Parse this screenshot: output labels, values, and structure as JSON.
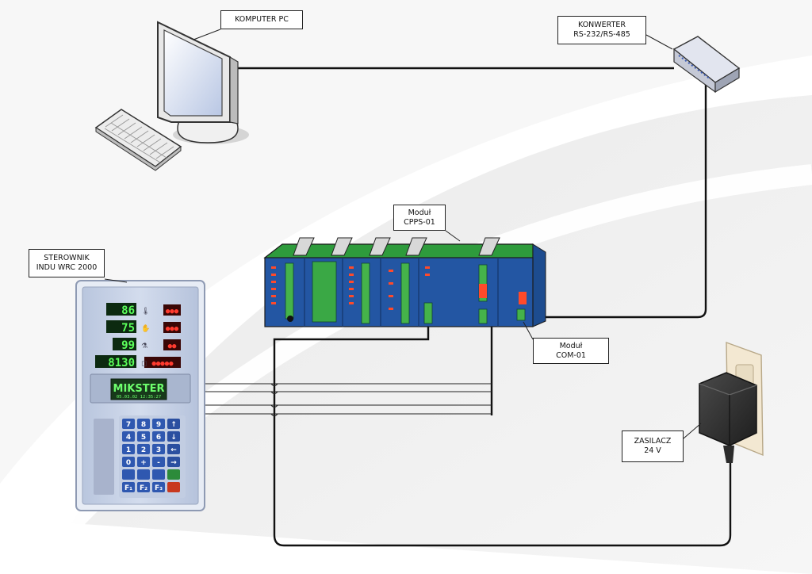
{
  "labels": {
    "pc": "KOMPUTER PC",
    "converter": [
      "KONWERTER",
      "RS-232/RS-485"
    ],
    "cpps": [
      "Moduł",
      "CPPS-01"
    ],
    "controller": [
      "STEROWNIK",
      "INDU WRC 2000"
    ],
    "com": [
      "Moduł",
      "COM-01"
    ],
    "power": [
      "ZASILACZ",
      "24 V"
    ]
  },
  "controller_panel": {
    "readings": [
      "86",
      "75",
      "99",
      "8130"
    ],
    "lcd_brand": "MIKSTER",
    "lcd_line": "05.03.02  12:35:27",
    "keys": [
      "7",
      "8",
      "9",
      "↑",
      "4",
      "5",
      "6",
      "↓",
      "1",
      "2",
      "3",
      "←",
      "0",
      "+",
      "-",
      "→",
      "",
      "",
      "",
      "",
      "F₁",
      "F₂",
      "F₃",
      ""
    ]
  },
  "colors": {
    "wire": "#111111",
    "plc_green": "#2e9b3c",
    "plc_blue": "#2356a3",
    "display_green": "#5bff5b",
    "display_red": "#ff3b2f"
  }
}
